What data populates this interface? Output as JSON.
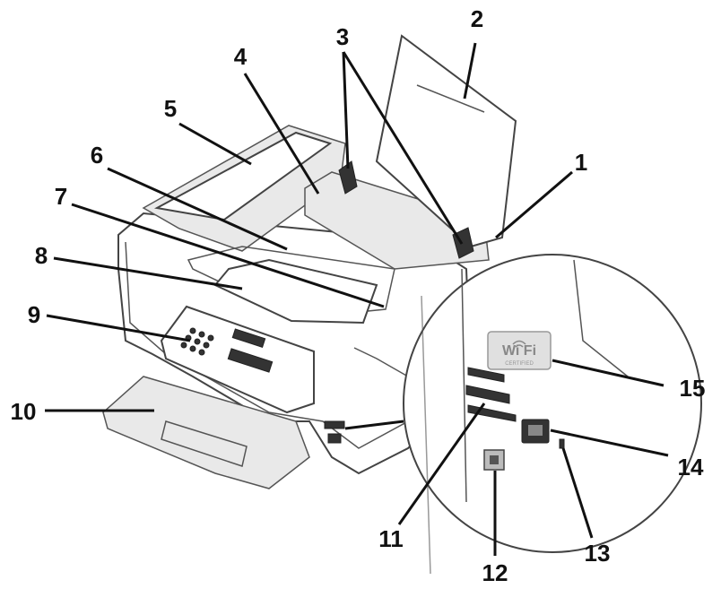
{
  "callouts": [
    {
      "id": "1",
      "label": "1"
    },
    {
      "id": "2",
      "label": "2"
    },
    {
      "id": "3",
      "label": "3"
    },
    {
      "id": "4",
      "label": "4"
    },
    {
      "id": "5",
      "label": "5"
    },
    {
      "id": "6",
      "label": "6"
    },
    {
      "id": "7",
      "label": "7"
    },
    {
      "id": "8",
      "label": "8"
    },
    {
      "id": "9",
      "label": "9"
    },
    {
      "id": "10",
      "label": "10"
    },
    {
      "id": "11",
      "label": "11"
    },
    {
      "id": "12",
      "label": "12"
    },
    {
      "id": "13",
      "label": "13"
    },
    {
      "id": "14",
      "label": "14"
    },
    {
      "id": "15",
      "label": "15"
    }
  ],
  "wifi_badge": {
    "text": "Wi  Fi",
    "subtext": "CERTIFIED"
  }
}
